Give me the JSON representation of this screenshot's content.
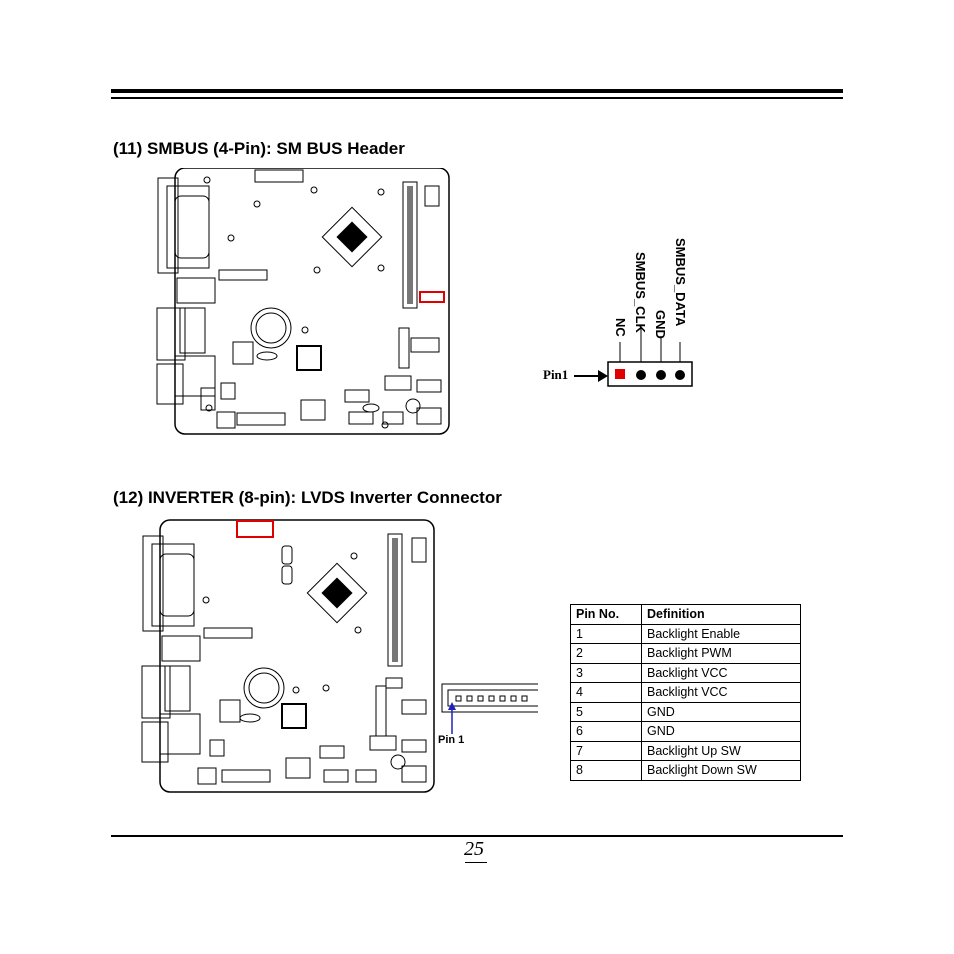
{
  "sections": {
    "smbus": {
      "title": "(11) SMBUS (4-Pin): SM BUS Header"
    },
    "inverter": {
      "title": "(12) INVERTER (8-pin): LVDS Inverter Connector"
    }
  },
  "smbus_header": {
    "pin1_label": "Pin1",
    "pins": [
      "NC",
      "SMBUS_CLK",
      "GND",
      "SMBUS_DATA"
    ],
    "pin1_color": "#e00000"
  },
  "inverter_connector": {
    "pin1_label": "Pin 1",
    "highlight_color": "#e00000",
    "arrow_color": "#2020c0"
  },
  "pin_table": {
    "headers": [
      "Pin No.",
      "Definition"
    ],
    "rows": [
      [
        "1",
        "Backlight Enable"
      ],
      [
        "2",
        "Backlight PWM"
      ],
      [
        "3",
        "Backlight VCC"
      ],
      [
        "4",
        "Backlight VCC"
      ],
      [
        "5",
        "GND"
      ],
      [
        "6",
        "GND"
      ],
      [
        "7",
        "Backlight Up SW"
      ],
      [
        "8",
        "Backlight Down SW"
      ]
    ]
  },
  "page_number": "25"
}
